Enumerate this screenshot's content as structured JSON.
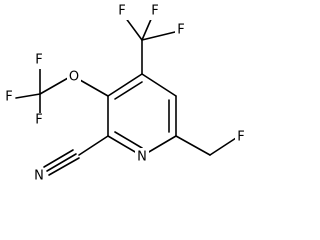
{
  "molecule": {
    "atoms": {
      "N_ring": "N",
      "N_nitrile": "N",
      "O_ether": "O",
      "F_ch2f": "F",
      "F_cf3_top_left": "F",
      "F_cf3_top_right": "F",
      "F_cf3_right": "F",
      "F_ocf3_top": "F",
      "F_ocf3_left": "F",
      "F_ocf3_bottom": "F"
    }
  },
  "colors": {
    "bond": "#000000",
    "background": "#ffffff"
  }
}
